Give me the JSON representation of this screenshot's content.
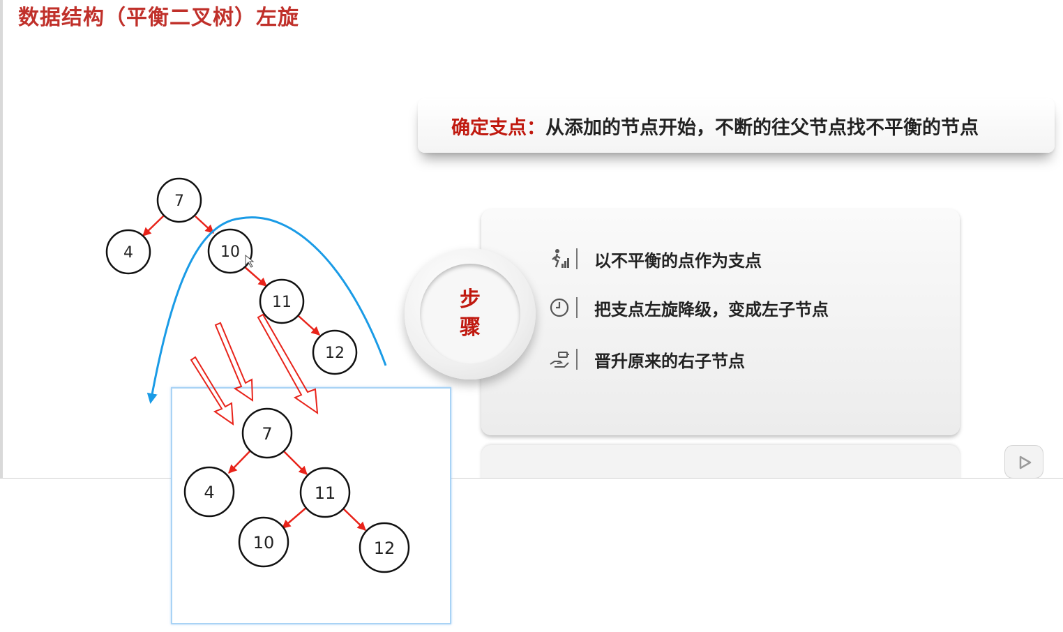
{
  "slide": {
    "title": "数据结构（平衡二叉树）左旋"
  },
  "callout": {
    "key": "确定支点：",
    "text": "从添加的节点开始，不断的往父节点找不平衡的节点"
  },
  "badge": {
    "line1": "步",
    "line2": "骤"
  },
  "steps": [
    {
      "icon": "stairs-person-icon",
      "label": "以不平衡的点作为支点"
    },
    {
      "icon": "clock-icon",
      "label": "把支点左旋降级，变成左子节点"
    },
    {
      "icon": "hand-give-icon",
      "label": "晋升原来的右子节点"
    }
  ],
  "tree_before": {
    "nodes": [
      "7",
      "4",
      "10",
      "11",
      "12"
    ]
  },
  "tree_after": {
    "nodes": [
      "7",
      "4",
      "11",
      "10",
      "12"
    ]
  },
  "colors": {
    "title": "#c0302a",
    "accent": "#c0190f",
    "edge": "#e8231a",
    "curve": "#1a9be6"
  }
}
